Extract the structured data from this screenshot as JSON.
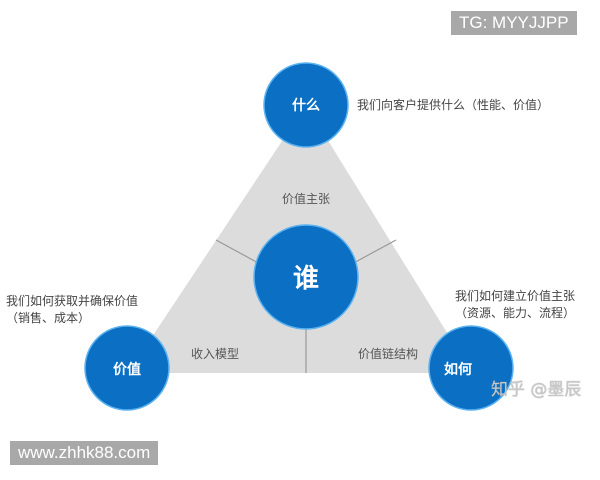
{
  "watermarks": {
    "top_right": "TG: MYYJJPP",
    "bottom_left": "www.zhhk88.com",
    "zhihu": "知乎 @墨辰"
  },
  "colors": {
    "circle_fill": "#0b6fc4",
    "circle_ring": "#5cb3f0",
    "triangle_fill": "#dcdcdc",
    "divider": "#9a9a9a",
    "text": "#444444"
  },
  "diagram": {
    "center": {
      "label": "谁"
    },
    "nodes": {
      "top": {
        "label": "什么",
        "description": "我们向客户提供什么（性能、价值）"
      },
      "left": {
        "label": "价值",
        "description_line1": "我们如何获取并确保价值",
        "description_line2": "（销售、成本）"
      },
      "right": {
        "label": "如何",
        "description_line1": "我们如何建立价值主张",
        "description_line2": "（资源、能力、流程）"
      }
    },
    "segments": {
      "top": "价值主张",
      "bottom_left": "收入模型",
      "bottom_right": "价值链结构"
    }
  }
}
